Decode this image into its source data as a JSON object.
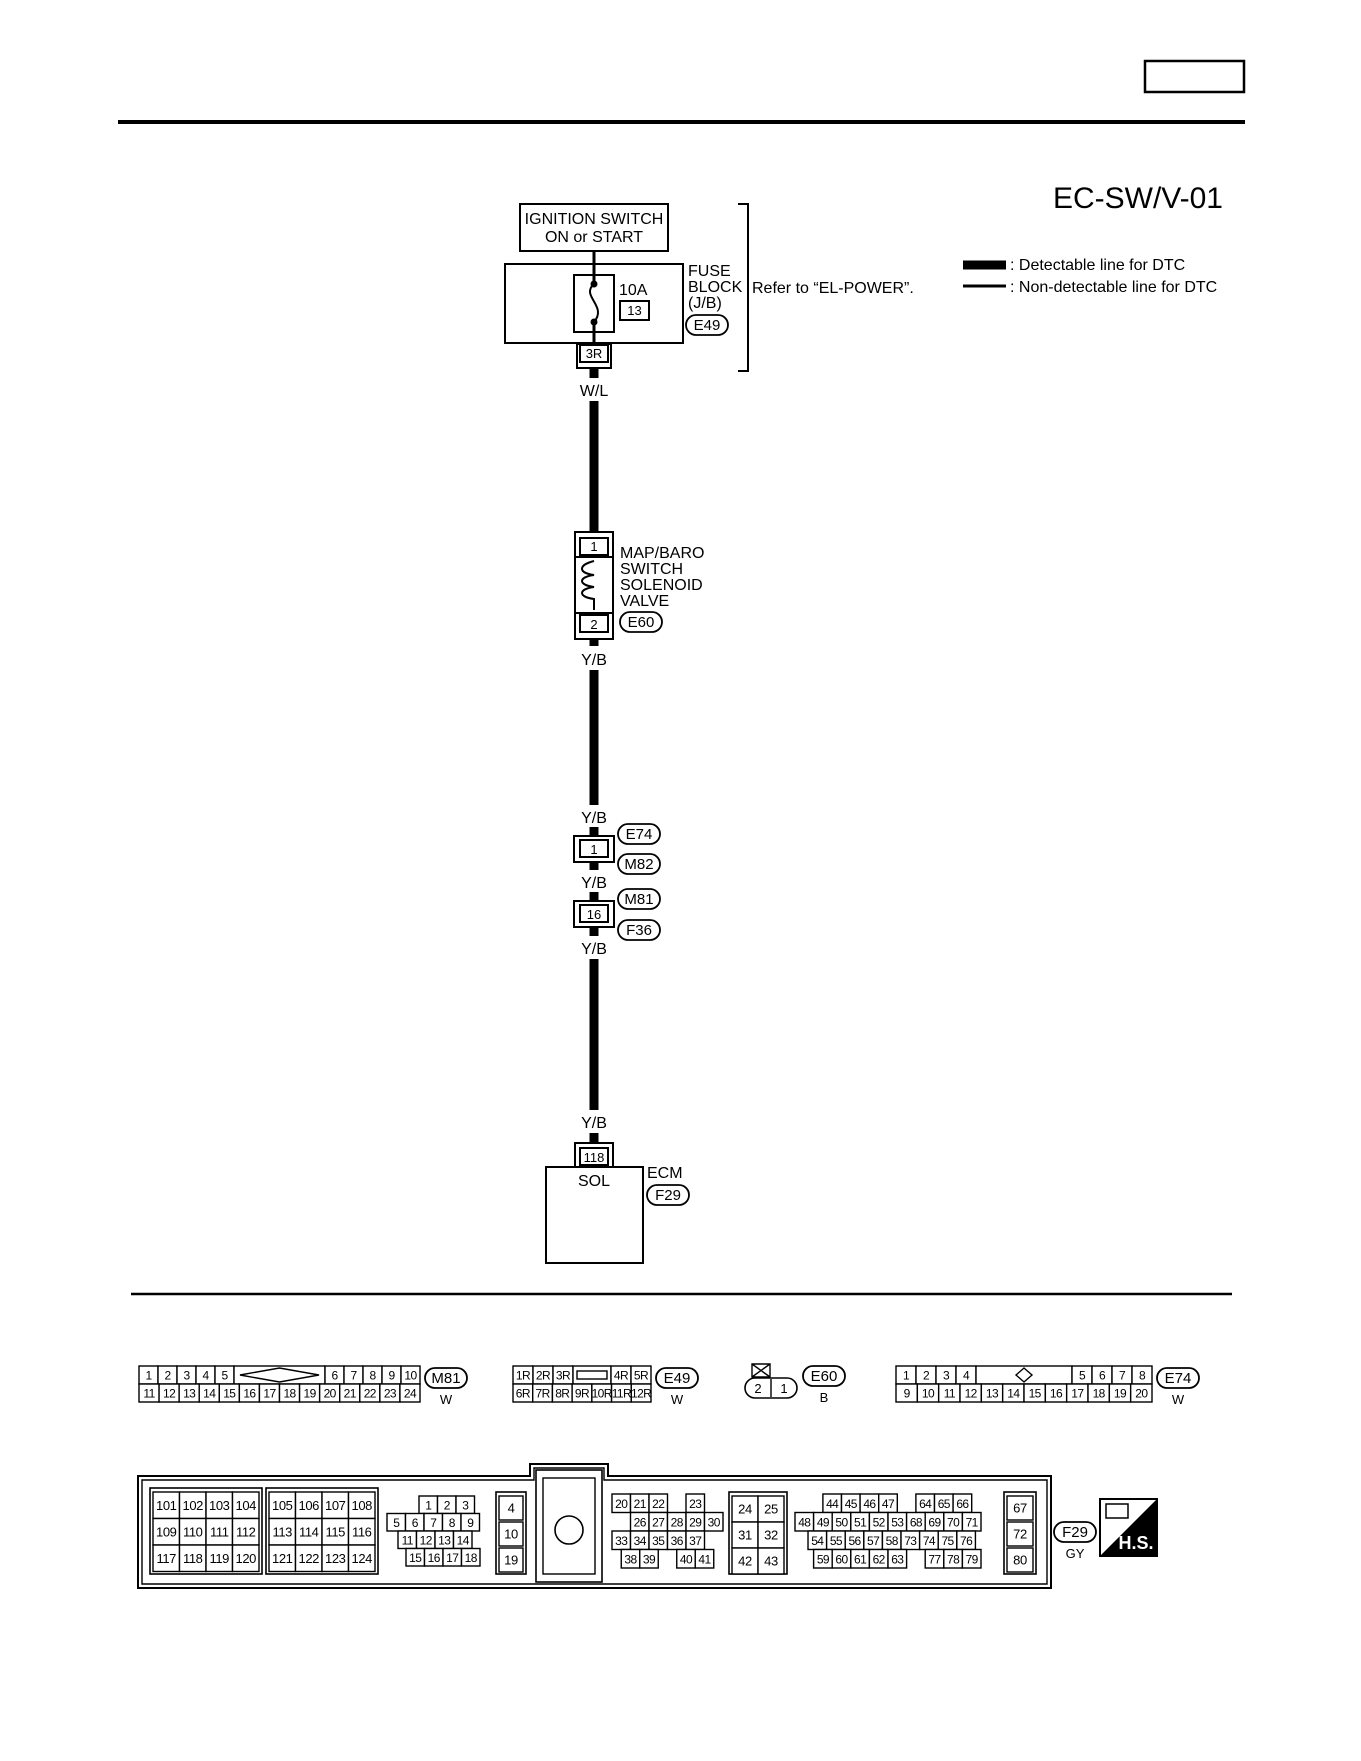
{
  "page_title": "EC-SW/V-01",
  "legend": {
    "detectable": ": Detectable line for DTC",
    "non_detectable": ": Non-detectable line for DTC"
  },
  "ignition": {
    "line1": "IGNITION SWITCH",
    "line2": "ON or START"
  },
  "fuse_block": {
    "rating": "10A",
    "fuse_no": "13",
    "label_lines": [
      "FUSE",
      "BLOCK",
      "(J/B)"
    ],
    "connector": "E49",
    "terminal": "3R",
    "refer": "Refer to “EL-POWER”."
  },
  "solenoid": {
    "label_lines": [
      "MAP/BARO",
      "SWITCH",
      "SOLENOID",
      "VALVE"
    ],
    "pin_top": "1",
    "pin_bottom": "2",
    "connector": "E60"
  },
  "wires": {
    "w1": "W/L",
    "w2": "Y/B",
    "w3": "Y/B",
    "w4": "Y/B",
    "w5": "Y/B",
    "w6": "Y/B"
  },
  "junction1": {
    "pin": "1",
    "conn_top": "E74",
    "conn_bottom": "M82"
  },
  "junction2": {
    "pin": "16",
    "conn_top": "M81",
    "conn_bottom": "F36"
  },
  "ecm": {
    "pin": "118",
    "pin_label": "SOL",
    "label": "ECM",
    "connector": "F29"
  },
  "connectors": {
    "m81": {
      "id": "M81",
      "color": "W",
      "row1_left": [
        "1",
        "2",
        "3",
        "4",
        "5"
      ],
      "row1_right": [
        "6",
        "7",
        "8",
        "9",
        "10"
      ],
      "row2": [
        "11",
        "12",
        "13",
        "14",
        "15",
        "16",
        "17",
        "18",
        "19",
        "20",
        "21",
        "22",
        "23",
        "24"
      ]
    },
    "e49": {
      "id": "E49",
      "color": "W",
      "row1_left": [
        "1R",
        "2R",
        "3R"
      ],
      "row1_right": [
        "4R",
        "5R"
      ],
      "row2": [
        "6R",
        "7R",
        "8R",
        "9R",
        "10R",
        "11R",
        "12R"
      ]
    },
    "e60": {
      "id": "E60",
      "color": "B",
      "pins": [
        "2",
        "1"
      ]
    },
    "e74": {
      "id": "E74",
      "color": "W",
      "row1_left": [
        "1",
        "2",
        "3",
        "4"
      ],
      "row1_right": [
        "5",
        "6",
        "7",
        "8"
      ],
      "row2": [
        "9",
        "10",
        "11",
        "12",
        "13",
        "14",
        "15",
        "16",
        "17",
        "18",
        "19",
        "20"
      ]
    },
    "f29": {
      "id": "F29",
      "color": "GY",
      "g1": [
        [
          "101",
          "102",
          "103",
          "104"
        ],
        [
          "109",
          "110",
          "111",
          "112"
        ],
        [
          "117",
          "118",
          "119",
          "120"
        ]
      ],
      "g2": [
        [
          "105",
          "106",
          "107",
          "108"
        ],
        [
          "113",
          "114",
          "115",
          "116"
        ],
        [
          "121",
          "122",
          "123",
          "124"
        ]
      ],
      "g3": [
        [
          "1",
          "2",
          "3"
        ],
        [
          "5",
          "6",
          "7",
          "8",
          "9"
        ],
        [
          "11",
          "12",
          "13",
          "14"
        ],
        [
          "15",
          "16",
          "17",
          "18"
        ]
      ],
      "g4": [
        "4",
        "10",
        "19"
      ],
      "g5": [
        [
          "20",
          "21",
          "22",
          "23"
        ],
        [
          "26",
          "27",
          "28",
          "29",
          "30"
        ],
        [
          "33",
          "34",
          "35",
          "36",
          "37"
        ],
        [
          "38",
          "39",
          "40",
          "41"
        ]
      ],
      "g6": [
        [
          "24",
          "25"
        ],
        [
          "31",
          "32"
        ],
        [
          "42",
          "43"
        ]
      ],
      "g7": [
        [
          "44",
          "45",
          "46",
          "47",
          "64",
          "65",
          "66"
        ],
        [
          "48",
          "49",
          "50",
          "51",
          "52",
          "53",
          "68",
          "69",
          "70",
          "71"
        ],
        [
          "54",
          "55",
          "56",
          "57",
          "58",
          "73",
          "74",
          "75",
          "76"
        ],
        [
          "59",
          "60",
          "61",
          "62",
          "63",
          "77",
          "78",
          "79"
        ]
      ],
      "g8": [
        "67",
        "72",
        "80"
      ]
    },
    "hs": "H.S."
  }
}
